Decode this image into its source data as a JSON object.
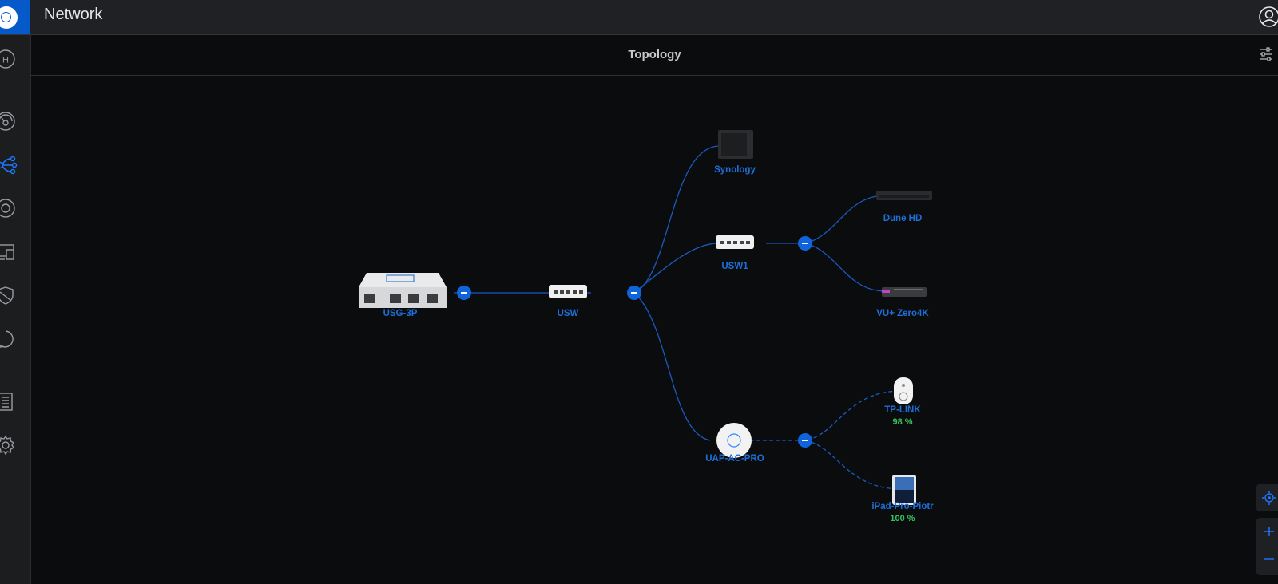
{
  "header": {
    "title": "Network"
  },
  "subheader": {
    "title": "Topology"
  },
  "sidebar": {
    "items": [
      {
        "name": "home-icon",
        "letter": "H"
      },
      {
        "name": "dashboard-icon"
      },
      {
        "name": "topology-icon",
        "active": true
      },
      {
        "name": "devices-icon"
      },
      {
        "name": "clients-icon"
      },
      {
        "name": "security-icon"
      },
      {
        "name": "insights-icon"
      },
      {
        "name": "events-icon"
      },
      {
        "name": "settings-icon"
      }
    ]
  },
  "topology": {
    "nodes": [
      {
        "id": "usg",
        "label": "USG-3P",
        "icon": "gateway-icon"
      },
      {
        "id": "usw",
        "label": "USW",
        "icon": "switch-icon"
      },
      {
        "id": "synology",
        "label": "Synology",
        "icon": "nas-icon"
      },
      {
        "id": "usw1",
        "label": "USW1",
        "icon": "switch-icon"
      },
      {
        "id": "dune",
        "label": "Dune HD",
        "icon": "media-player-icon"
      },
      {
        "id": "vu",
        "label": "VU+ Zero4K",
        "icon": "set-top-box-icon"
      },
      {
        "id": "uap",
        "label": "UAP-AC-PRO",
        "icon": "access-point-icon"
      },
      {
        "id": "tplink",
        "label": "TP-LINK",
        "signal": "98 %",
        "icon": "smart-plug-icon"
      },
      {
        "id": "ipad",
        "label": "iPad-Pro-Piotr",
        "signal": "100 %",
        "icon": "tablet-icon"
      }
    ],
    "links": [
      {
        "from": "usg",
        "to": "usw",
        "type": "wired"
      },
      {
        "from": "usw",
        "to": "synology",
        "type": "wired"
      },
      {
        "from": "usw",
        "to": "usw1",
        "type": "wired"
      },
      {
        "from": "usw",
        "to": "uap",
        "type": "wired"
      },
      {
        "from": "usw1",
        "to": "dune",
        "type": "wired"
      },
      {
        "from": "usw1",
        "to": "vu",
        "type": "wired"
      },
      {
        "from": "uap",
        "to": "tplink",
        "type": "wireless"
      },
      {
        "from": "uap",
        "to": "ipad",
        "type": "wireless"
      }
    ]
  },
  "colors": {
    "accent": "#0559c9",
    "link": "#1e6fd9",
    "signal": "#35c25a",
    "background": "#0b0c0e"
  }
}
